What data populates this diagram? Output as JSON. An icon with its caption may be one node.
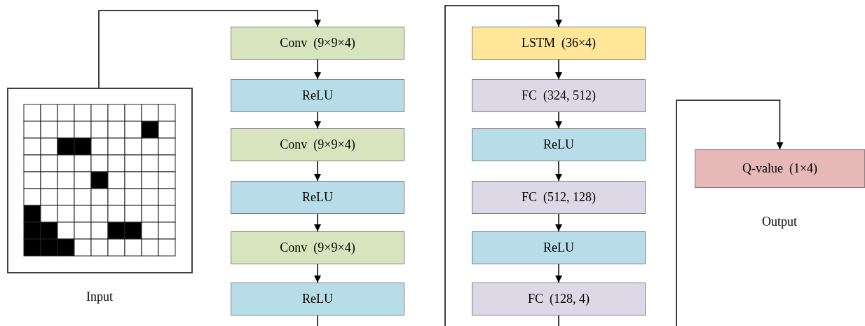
{
  "diagram": {
    "nodes": [
      {
        "text": [],
        "shape": "picture",
        "beside": [
          "Input"
        ]
      },
      {
        "text": [
          "Conv  (9×9×4)"
        ]
      },
      {
        "text": [
          "ReLU"
        ]
      },
      {
        "text": [
          "Conv  (9×9×4)"
        ]
      },
      {
        "text": [
          "ReLU"
        ]
      },
      {
        "text": [
          "Conv  (9×9×4)"
        ]
      },
      {
        "text": [
          "ReLU"
        ]
      },
      {
        "text": [
          "LSTM  (36×4)"
        ]
      },
      {
        "text": [
          "FC  (324, 512)"
        ]
      },
      {
        "text": [
          "ReLU"
        ]
      },
      {
        "text": [
          "FC  (512, 128)"
        ]
      },
      {
        "text": [
          "ReLU"
        ]
      },
      {
        "text": [
          "FC  (128, 4)"
        ]
      },
      {
        "text": [
          "Q-value  (1×4)"
        ],
        "beside": [
          "Output"
        ]
      }
    ],
    "edges": [
      {
        "from": 0,
        "to": 1,
        "arrow": "to"
      },
      {
        "from": 1,
        "to": 2,
        "arrow": "to"
      },
      {
        "from": 2,
        "to": 3,
        "arrow": "to"
      },
      {
        "from": 3,
        "to": 4,
        "arrow": "to"
      },
      {
        "from": 4,
        "to": 5,
        "arrow": "to"
      },
      {
        "from": 5,
        "to": 6,
        "arrow": "to"
      },
      {
        "from": 6,
        "to": 7,
        "arrow": "to"
      },
      {
        "from": 7,
        "to": 8,
        "arrow": "to"
      },
      {
        "from": 8,
        "to": 9,
        "arrow": "to"
      },
      {
        "from": 9,
        "to": 10,
        "arrow": "to"
      },
      {
        "from": 10,
        "to": 11,
        "arrow": "to"
      },
      {
        "from": 11,
        "to": 12,
        "arrow": "to"
      },
      {
        "from": 12,
        "to": 13,
        "arrow": "to"
      }
    ]
  }
}
